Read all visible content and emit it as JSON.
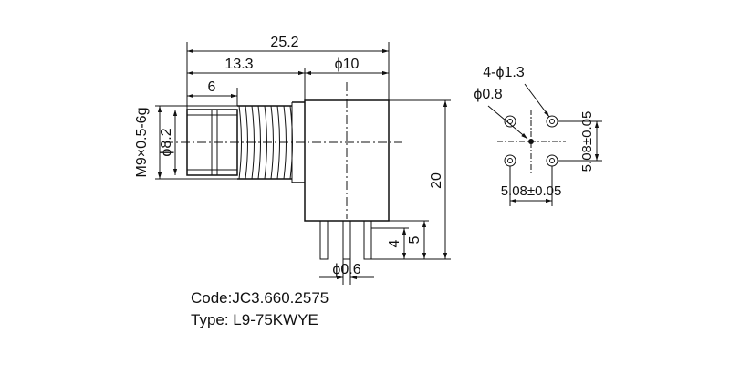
{
  "labels": {
    "overall_length": "25.2",
    "thread_length": "13.3",
    "body_diameter": "ϕ10",
    "nut_length": "6",
    "thread_spec": "M9×0.5-6g",
    "nut_diameter": "ϕ8.2",
    "height": "20",
    "pin_length_4": "4",
    "pin_length_5": "5",
    "pin_diameter": "ϕ0.6",
    "hole_spec": "4-ϕ1.3",
    "center_hole": "ϕ0.8",
    "pitch_vertical": "5.08±0.05",
    "pitch_horizontal": "5.08±0.05"
  },
  "info": {
    "code": "Code:JC3.660.2575",
    "type": "Type: L9-75KWYE"
  }
}
